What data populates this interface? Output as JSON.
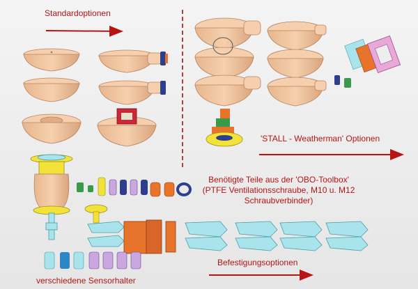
{
  "labels": {
    "standard": "Standardoptionen",
    "stall": "'STALL - Weatherman' Optionen",
    "obo": "Benötigte Teile aus der 'OBO-Toolbox' (PTFE Ventilationsschraube, M10 u. M12 Schraubverbinder)",
    "mounting": "Befestigungsoptionen",
    "sensor": "verschiedene Sensorhalter"
  },
  "colors": {
    "label": "#b81414",
    "arrow": "#b81414",
    "body": "#f2c59f",
    "body_edge": "#b88460",
    "yellow": "#f2e23a",
    "cyan": "#a9e4ec",
    "orange": "#e8742c",
    "blue_dark": "#2c3e8c",
    "purple": "#c9a7e0",
    "pink": "#e8a8d8",
    "green": "#3a9a4a",
    "red": "#c8283a"
  }
}
